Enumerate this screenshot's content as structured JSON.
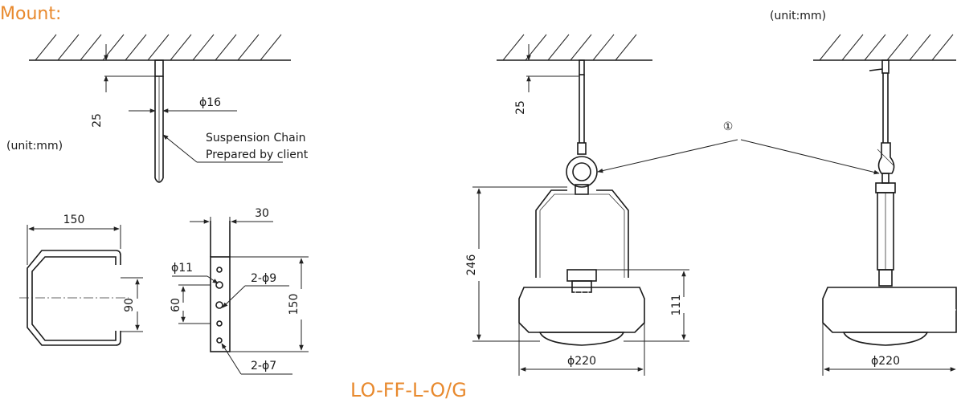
{
  "heading": "Mount:",
  "model": "LO-FF-L-O/G",
  "unit_top_right": "(unit:mm)",
  "unit_left": "(unit:mm)",
  "chain_label_1": "Suspension Chain",
  "chain_label_2": "Prepared by client",
  "callout": "①",
  "dims": {
    "hang_left": "25",
    "chain_dia": "ϕ16",
    "bracket_width": "150",
    "bracket_gap": "90",
    "plate_width": "30",
    "hole_large": "ϕ11",
    "holes_mid": "2-ϕ9",
    "hole_pitch": "60",
    "plate_height": "150",
    "holes_small": "2-ϕ7",
    "hang_center": "25",
    "total_height": "246",
    "body_height": "111",
    "dia_center": "ϕ220",
    "dia_right": "ϕ220"
  },
  "colors": {
    "accent": "#e8892d",
    "line": "#1a1a1a"
  }
}
